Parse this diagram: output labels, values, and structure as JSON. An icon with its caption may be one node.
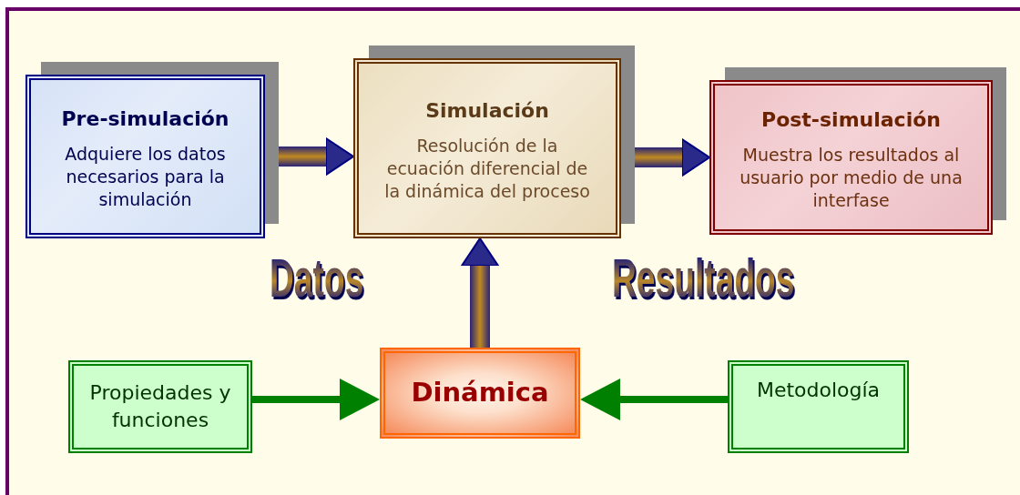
{
  "diagram": {
    "nodes": [
      {
        "text": [
          "Pre-simulación",
          "Adquiere los datos necesarios para la simulación"
        ]
      },
      {
        "text": [
          "Simulación",
          "Resolución de la ecuación diferencial de la dinámica del proceso"
        ]
      },
      {
        "text": [
          "Post-simulación",
          "Muestra los resultados al usuario por medio de una interfase"
        ]
      },
      {
        "text": [
          "Propiedades y funciones"
        ]
      },
      {
        "text": [
          "Dinámica"
        ]
      },
      {
        "text": [
          "Metodología"
        ]
      }
    ],
    "edges": [
      {
        "from": 0,
        "to": 1,
        "arrow": "to",
        "style": "thick"
      },
      {
        "from": 1,
        "to": 2,
        "arrow": "to",
        "style": "thick"
      },
      {
        "from": 4,
        "to": 1,
        "arrow": "to",
        "style": "thick"
      },
      {
        "from": 3,
        "to": 4,
        "arrow": "to",
        "color": "#008000"
      },
      {
        "from": 5,
        "to": 4,
        "arrow": "to",
        "color": "#008000"
      }
    ],
    "labels": [
      "Datos",
      "Resultados"
    ]
  }
}
